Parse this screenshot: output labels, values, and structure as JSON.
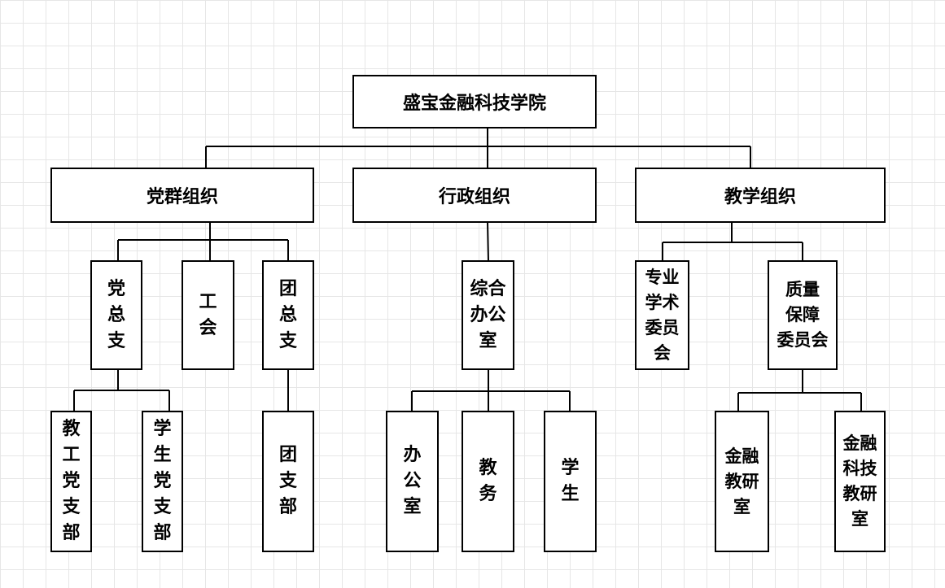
{
  "root": "盛宝金融科技学院",
  "level1": {
    "party": "党群组织",
    "admin": "行政组织",
    "teaching": "教学组织"
  },
  "party_units": {
    "party_branch": "党\n总\n支",
    "union": "工\n会",
    "youth_branch": "团\n总\n支"
  },
  "party_sub": {
    "staff_branch": "教\n工\n党\n支\n部",
    "student_branch": "学\n生\n党\n支\n部",
    "youth_sub": "团\n支\n部"
  },
  "admin_units": {
    "office": "综合\n办公\n室"
  },
  "admin_sub": {
    "office_sub": "办\n公\n室",
    "academic_affairs": "教\n务",
    "student_affairs": "学\n生"
  },
  "teaching_units": {
    "academic_committee": "专业\n学术\n委员\n会",
    "qa_committee": "质量\n保障\n委员会"
  },
  "teaching_sub": {
    "finance_lab": "金融\n教研\n室",
    "fintech_lab": "金融\n科技\n教研\n室"
  }
}
